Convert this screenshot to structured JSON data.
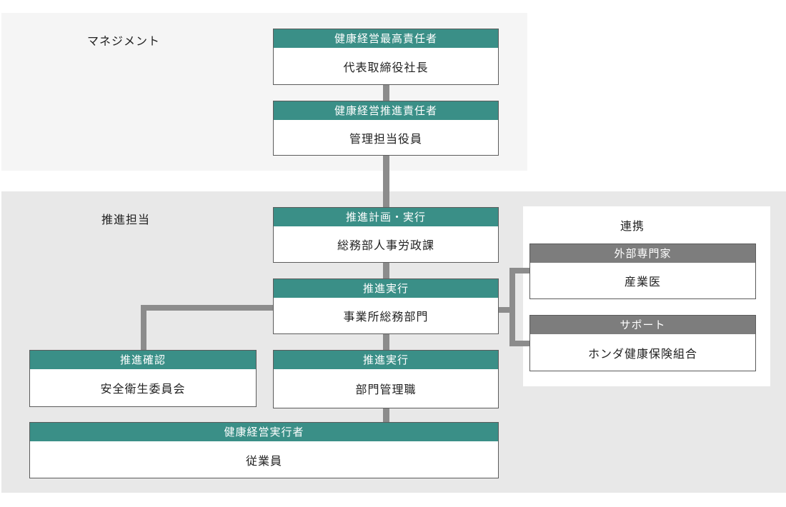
{
  "sections": {
    "management": "マネジメント",
    "promotion": "推進担当",
    "cooperation": "連携"
  },
  "colors": {
    "header_teal": "#3a8f87",
    "header_gray": "#7d7d7d",
    "connector": "#8c8c8c",
    "management_bg": "#f5f5f5",
    "promotion_bg": "#e8e8e8"
  },
  "boxes": {
    "ceo": {
      "role": "健康経営最高責任者",
      "holder": "代表取締役社長"
    },
    "officer": {
      "role": "健康経営推進責任者",
      "holder": "管理担当役員"
    },
    "plan": {
      "role": "推進計画・実行",
      "holder": "総務部人事労政課"
    },
    "site": {
      "role": "推進実行",
      "holder": "事業所総務部門"
    },
    "safety": {
      "role": "推進確認",
      "holder": "安全衛生委員会"
    },
    "manager": {
      "role": "推進実行",
      "holder": "部門管理職"
    },
    "employee": {
      "role": "健康経営実行者",
      "holder": "従業員"
    },
    "expert": {
      "role": "外部専門家",
      "holder": "産業医"
    },
    "support": {
      "role": "サポート",
      "holder": "ホンダ健康保険組合"
    }
  }
}
